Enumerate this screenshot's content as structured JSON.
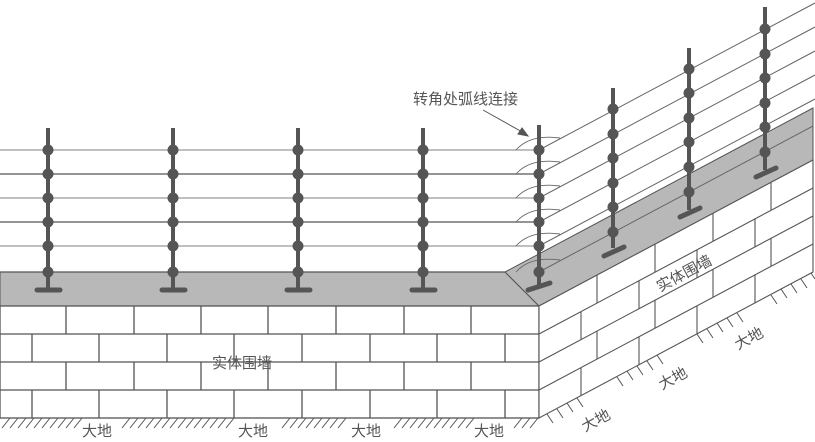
{
  "annotation": {
    "corner_arc": "转角处弧线连接"
  },
  "labels": {
    "wall_front": "实体围墙",
    "wall_side": "实体围墙",
    "ground": [
      "大地",
      "大地",
      "大地",
      "大地"
    ],
    "ground_side": [
      "大地",
      "大地",
      "大地"
    ]
  },
  "colors": {
    "post": "#555555",
    "wire": "#555555",
    "cap": "#b8b8b8",
    "brick_line": "#555555",
    "background": "#ffffff"
  },
  "front_posts_x": [
    48,
    173,
    298,
    423,
    539
  ],
  "wire_levels_y": [
    150,
    174,
    198,
    222,
    246,
    272
  ]
}
